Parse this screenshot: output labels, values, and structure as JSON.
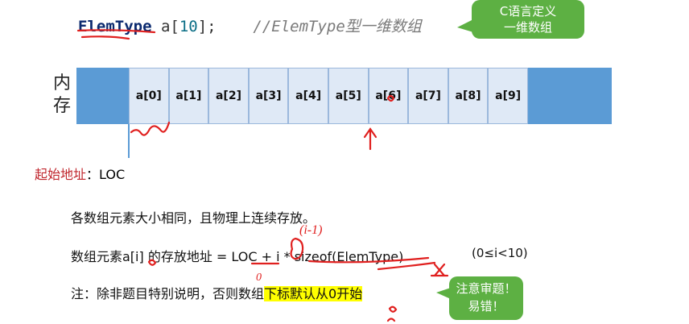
{
  "code": {
    "type": "ElemType",
    "decl_a": " a[",
    "decl_num": "10",
    "decl_end": "];",
    "comment": "    //ElemType型一维数组"
  },
  "bubble_top": {
    "line1": "C语言定义",
    "line2": "一维数组"
  },
  "memory_label": "内\n存",
  "cells": [
    "a[0]",
    "a[1]",
    "a[2]",
    "a[3]",
    "a[4]",
    "a[5]",
    "a[6]",
    "a[7]",
    "a[8]",
    "a[9]"
  ],
  "start": {
    "label": "起始地址",
    "sep": "：",
    "value": "LOC"
  },
  "line1": "各数组元素大小相同，且物理上连续存放。",
  "line2": "数组元素a[i] 的存放地址 = LOC + i * sizeof(ElemType)",
  "range": "(0≤i<10)",
  "line3": {
    "prefix": "注：除非题目特别说明，否则数组",
    "highlight": "下标默认从0开始"
  },
  "bubble_note": {
    "line1": "注意审题！",
    "line2": "易错！"
  },
  "annotations": {
    "i_minus_1": "(i-1)",
    "zero": "0"
  },
  "colors": {
    "memory_bar": "#5b9bd5",
    "cell_fill": "#dfe9f6",
    "bubble": "#5db043",
    "ink": "#e0201f",
    "highlight": "#ffff00"
  }
}
